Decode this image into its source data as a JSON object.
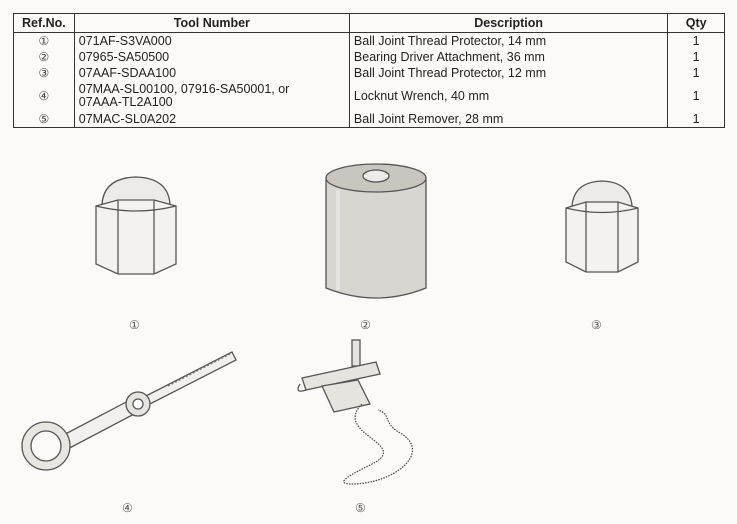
{
  "table": {
    "headers": {
      "ref": "Ref.No.",
      "tool": "Tool Number",
      "desc": "Description",
      "qty": "Qty"
    },
    "rows": [
      {
        "ref": "①",
        "tool": "071AF-S3VA000",
        "desc": "Ball Joint Thread Protector, 14 mm",
        "qty": "1"
      },
      {
        "ref": "②",
        "tool": "07965-SA50500",
        "desc": "Bearing Driver Attachment, 36 mm",
        "qty": "1"
      },
      {
        "ref": "③",
        "tool": "07AAF-SDAA100",
        "desc": "Ball Joint Thread Protector, 12 mm",
        "qty": "1"
      },
      {
        "ref": "④",
        "tool_line1": "07MAA-SL00100, 07916-SA50001, or",
        "tool_line2": "07AAA-TL2A100",
        "desc": "Locknut Wrench, 40 mm",
        "qty": "1"
      },
      {
        "ref": "⑤",
        "tool": "07MAC-SL0A202",
        "desc": "Ball Joint Remover, 28 mm",
        "qty": "1"
      }
    ]
  },
  "figures": {
    "f1": {
      "label": "①",
      "icon": "hex-nut-protector-icon"
    },
    "f2": {
      "label": "②",
      "icon": "cylinder-driver-icon"
    },
    "f3": {
      "label": "③",
      "icon": "hex-nut-protector-icon"
    },
    "f4": {
      "label": "④",
      "icon": "locknut-wrench-icon"
    },
    "f5": {
      "label": "⑤",
      "icon": "ball-joint-remover-icon"
    }
  }
}
